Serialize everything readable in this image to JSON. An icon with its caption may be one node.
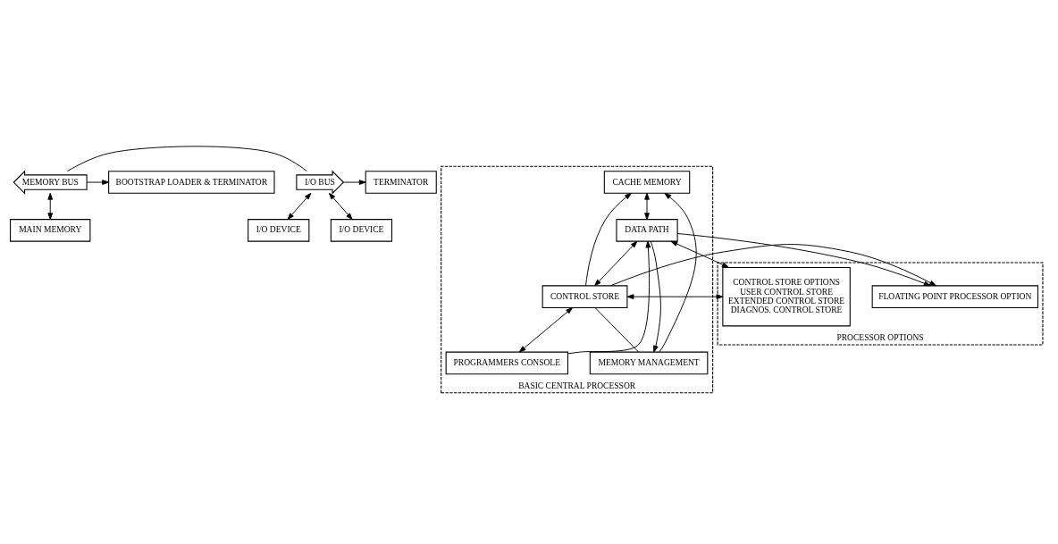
{
  "diagram": {
    "nodes": [
      {
        "text": [
          "BOOTSTRAP LOADER & TERMINATOR"
        ]
      },
      {
        "text": [
          "MEMORY BUS"
        ]
      },
      {
        "text": [
          "I/O BUS"
        ]
      },
      {
        "text": [
          "TERMINATOR"
        ]
      },
      {
        "text": [
          "MAIN MEMORY"
        ]
      },
      {
        "text": [
          "I/O DEVICE"
        ]
      },
      {
        "text": [
          "I/O DEVICE"
        ]
      },
      {
        "text": [
          "PROCESSOR OPTIONS"
        ]
      },
      {
        "text": [
          "FLOATING POINT PROCESSOR OPTION"
        ],
        "in": 7
      },
      {
        "text": [
          "CONTROL STORE OPTIONS",
          "USER CONTROL STORE",
          "EXTENDED CONTROL STORE",
          "DIAGNOS. CONTROL STORE"
        ],
        "in": 7
      },
      {
        "text": [
          "BASIC CENTRAL PROCESSOR"
        ]
      },
      {
        "text": [
          "CACHE MEMORY"
        ],
        "in": 10
      },
      {
        "text": [
          "MEMORY MANAGEMENT"
        ],
        "in": 10
      },
      {
        "text": [
          "DATA PATH"
        ],
        "in": 10
      },
      {
        "text": [
          "CONTROL STORE"
        ],
        "in": 10
      },
      {
        "text": [
          "PROGRAMMERS CONSOLE"
        ],
        "in": 10
      }
    ],
    "edges": [
      {
        "from": 1,
        "to": 0,
        "arrow": "to"
      },
      {
        "from": 1,
        "to": 2,
        "arrow": "none"
      },
      {
        "from": 2,
        "to": 3,
        "arrow": "to"
      },
      {
        "from": 1,
        "to": 4,
        "arrow": "both"
      },
      {
        "from": 2,
        "to": 5,
        "arrow": "both"
      },
      {
        "from": 2,
        "to": 6,
        "arrow": "both"
      },
      {
        "from": 14,
        "to": 11,
        "arrow": "to"
      },
      {
        "from": 14,
        "to": 8,
        "arrow": "to"
      },
      {
        "from": 13,
        "to": 8,
        "arrow": "to"
      },
      {
        "from": 13,
        "to": 9,
        "arrow": "both"
      },
      {
        "from": 11,
        "to": 13,
        "arrow": "both"
      },
      {
        "from": 12,
        "to": 11,
        "arrow": "to"
      },
      {
        "from": 13,
        "to": 12,
        "arrow": "to"
      },
      {
        "from": 14,
        "to": 12,
        "arrow": "none"
      },
      {
        "from": 13,
        "to": 14,
        "arrow": "both"
      },
      {
        "from": 9,
        "to": 14,
        "arrow": "both"
      },
      {
        "from": 14,
        "to": 15,
        "arrow": "both"
      },
      {
        "from": 15,
        "to": 13,
        "arrow": "to"
      }
    ]
  }
}
